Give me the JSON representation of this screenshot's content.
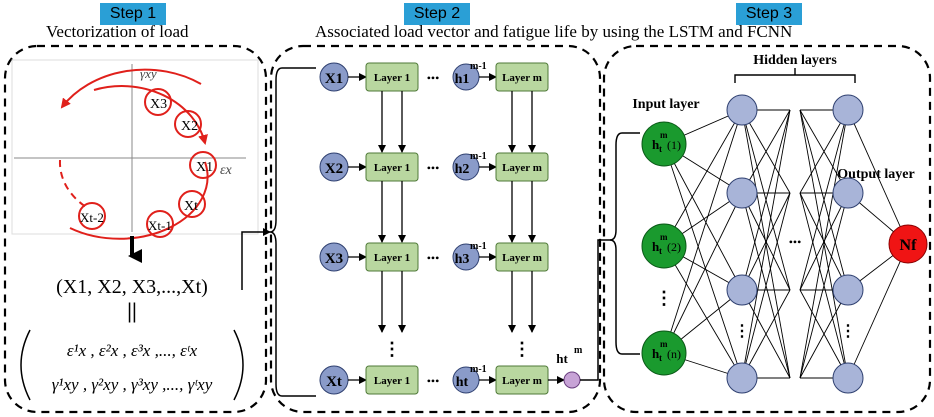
{
  "steps": [
    {
      "badge": "Step 1",
      "title": "Vectorization of load"
    },
    {
      "badge": "Step 2",
      "title": "Associated load vector and fatigue life by using the LSTM and FCNN"
    },
    {
      "badge": "Step 3",
      "title": "Hidden layers"
    }
  ],
  "step1": {
    "axis_y": "γxy",
    "axis_x": "εx",
    "points": [
      "X1",
      "X2",
      "X3",
      "Xt-2",
      "Xt-1",
      "Xt"
    ],
    "sequence": "(X1, X2, X3,...,Xt)",
    "equals": "||",
    "matrix_row1": "ε¹x , ε²x , ε³x ,..., εᵗx",
    "matrix_row2": "γ¹xy , γ²xy , γ³xy ,..., γᵗxy"
  },
  "step2": {
    "inputs": [
      "X1",
      "X2",
      "X3",
      "Xt"
    ],
    "layer1": "Layer 1",
    "layerm": "Layer m",
    "dots": "•••",
    "vdots": "⋮",
    "hidden": [
      "h1",
      "h2",
      "h3",
      "ht"
    ],
    "hidden_sup": "m-1",
    "output": "ht",
    "output_sup": "m"
  },
  "step3": {
    "hidden_title": "Hidden layers",
    "input_title": "Input layer",
    "output_title": "Output layer",
    "inputs": [
      "(1)",
      "(2)",
      "(n)"
    ],
    "input_h": "h",
    "input_sup": "m",
    "input_sub": "t",
    "ellipsis": "•••",
    "output": "Nf"
  }
}
